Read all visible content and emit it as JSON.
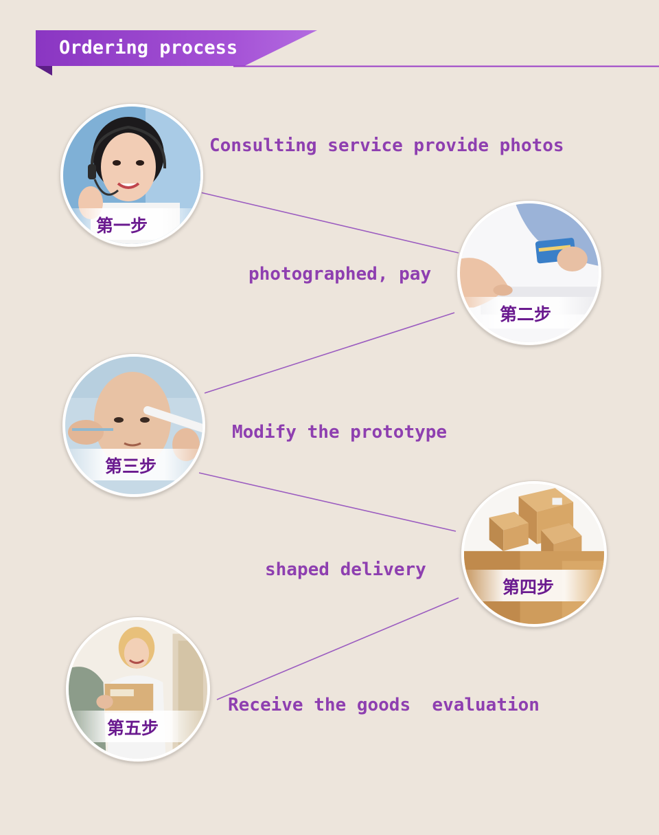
{
  "header": {
    "title": "Ordering process"
  },
  "colors": {
    "accent": "#9a3fc7",
    "text": "#8e3fb0",
    "badge_text": "#6a1a8f",
    "background": "#ede5dc"
  },
  "steps": [
    {
      "label": "Consulting service provide photos",
      "badge": "第一步",
      "image": "customer-service-agent-photo"
    },
    {
      "label": "photographed, pay",
      "badge": "第二步",
      "image": "credit-card-payment-photo"
    },
    {
      "label": "Modify the prototype",
      "badge": "第三步",
      "image": "sculpting-head-photo"
    },
    {
      "label": "shaped delivery",
      "badge": "第四步",
      "image": "cardboard-boxes-photo"
    },
    {
      "label": "Receive the goods  evaluation",
      "badge": "第五步",
      "image": "package-delivery-photo"
    }
  ]
}
